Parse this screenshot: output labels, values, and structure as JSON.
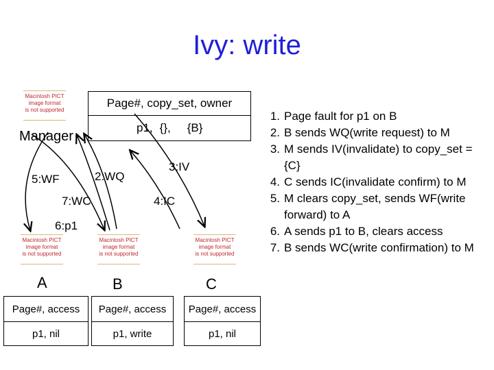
{
  "title": "Ivy: write",
  "pict_placeholder": [
    "Macintosh PICT",
    "image format",
    "is not supported"
  ],
  "manager": {
    "label": "Manager",
    "table_header": "Page#, copy_set, owner",
    "table_row": [
      "p1,",
      "{},",
      "{B}"
    ]
  },
  "nodes": [
    {
      "label": "A",
      "table_header": "Page#, access",
      "table_row": "p1,  nil"
    },
    {
      "label": "B",
      "table_header": "Page#, access",
      "table_row": "p1,  write"
    },
    {
      "label": "C",
      "table_header": "Page#, access",
      "table_row": "p1,  nil"
    }
  ],
  "messages": {
    "m2": "2:WQ",
    "m3": "3:IV",
    "m4": "4:IC",
    "m5": "5:WF",
    "m6": "6:p1",
    "m7": "7:WC"
  },
  "steps": [
    {
      "n": "1.",
      "text": "Page fault for p1 on B"
    },
    {
      "n": "2.",
      "text": "B sends WQ(write request) to M"
    },
    {
      "n": "3.",
      "text": "M sends IV(invalidate) to copy_set = {C}"
    },
    {
      "n": "4.",
      "text": "C sends IC(invalidate confirm) to M"
    },
    {
      "n": "5.",
      "text": "M clears copy_set, sends WF(write forward) to A"
    },
    {
      "n": "6.",
      "text": "A sends p1 to B, clears access"
    },
    {
      "n": "7.",
      "text": "B sends WC(write confirmation) to M"
    }
  ]
}
